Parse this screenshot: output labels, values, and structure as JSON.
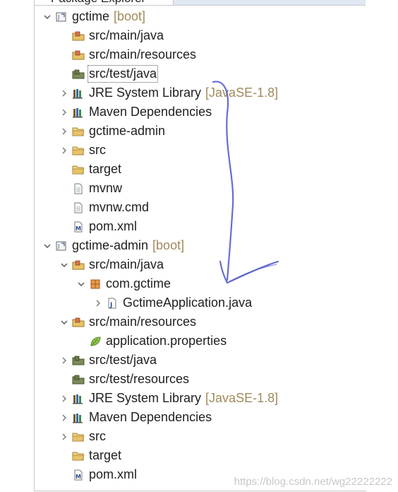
{
  "panel": {
    "title": "Package Explorer"
  },
  "tree": [
    {
      "label": "gctime",
      "deco": "[boot]",
      "icon": "project-icon",
      "twisty": "expanded"
    },
    {
      "label": "src/main/java",
      "icon": "source-folder-icon",
      "twisty": "none"
    },
    {
      "label": "src/main/resources",
      "icon": "source-folder-icon",
      "twisty": "none"
    },
    {
      "label": "src/test/java",
      "icon": "test-source-folder-icon",
      "twisty": "none",
      "focused": true
    },
    {
      "label": "JRE System Library",
      "deco": "[JavaSE-1.8]",
      "icon": "library-icon",
      "twisty": "collapsed"
    },
    {
      "label": "Maven Dependencies",
      "icon": "library-icon",
      "twisty": "collapsed"
    },
    {
      "label": "gctime-admin",
      "icon": "folder-icon",
      "twisty": "collapsed"
    },
    {
      "label": "src",
      "icon": "folder-icon",
      "twisty": "collapsed"
    },
    {
      "label": "target",
      "icon": "folder-icon",
      "twisty": "none"
    },
    {
      "label": "mvnw",
      "icon": "file-icon",
      "twisty": "none"
    },
    {
      "label": "mvnw.cmd",
      "icon": "file-icon",
      "twisty": "none"
    },
    {
      "label": "pom.xml",
      "icon": "maven-pom-icon",
      "twisty": "none"
    },
    {
      "label": "gctime-admin",
      "deco": "[boot]",
      "icon": "project-icon",
      "twisty": "expanded"
    },
    {
      "label": "src/main/java",
      "icon": "source-folder-icon",
      "twisty": "expanded"
    },
    {
      "label": "com.gctime",
      "icon": "package-icon",
      "twisty": "expanded"
    },
    {
      "label": "GctimeApplication.java",
      "icon": "java-file-icon",
      "twisty": "collapsed"
    },
    {
      "label": "src/main/resources",
      "icon": "source-folder-icon",
      "twisty": "expanded"
    },
    {
      "label": "application.properties",
      "icon": "spring-leaf-icon",
      "twisty": "none"
    },
    {
      "label": "src/test/java",
      "icon": "test-source-folder-icon",
      "twisty": "collapsed"
    },
    {
      "label": "src/test/resources",
      "icon": "test-source-folder-icon",
      "twisty": "none"
    },
    {
      "label": "JRE System Library",
      "deco": "[JavaSE-1.8]",
      "icon": "library-icon",
      "twisty": "collapsed"
    },
    {
      "label": "Maven Dependencies",
      "icon": "library-icon",
      "twisty": "collapsed"
    },
    {
      "label": "src",
      "icon": "folder-icon",
      "twisty": "collapsed"
    },
    {
      "label": "target",
      "icon": "folder-icon",
      "twisty": "none"
    },
    {
      "label": "pom.xml",
      "icon": "maven-pom-icon",
      "twisty": "none"
    }
  ],
  "watermark": "https://blog.csdn.net/wg22222222",
  "colors": {
    "annotation": "#4a55c8",
    "decoration": "#a08a5c",
    "folder": "#e8c26a"
  }
}
